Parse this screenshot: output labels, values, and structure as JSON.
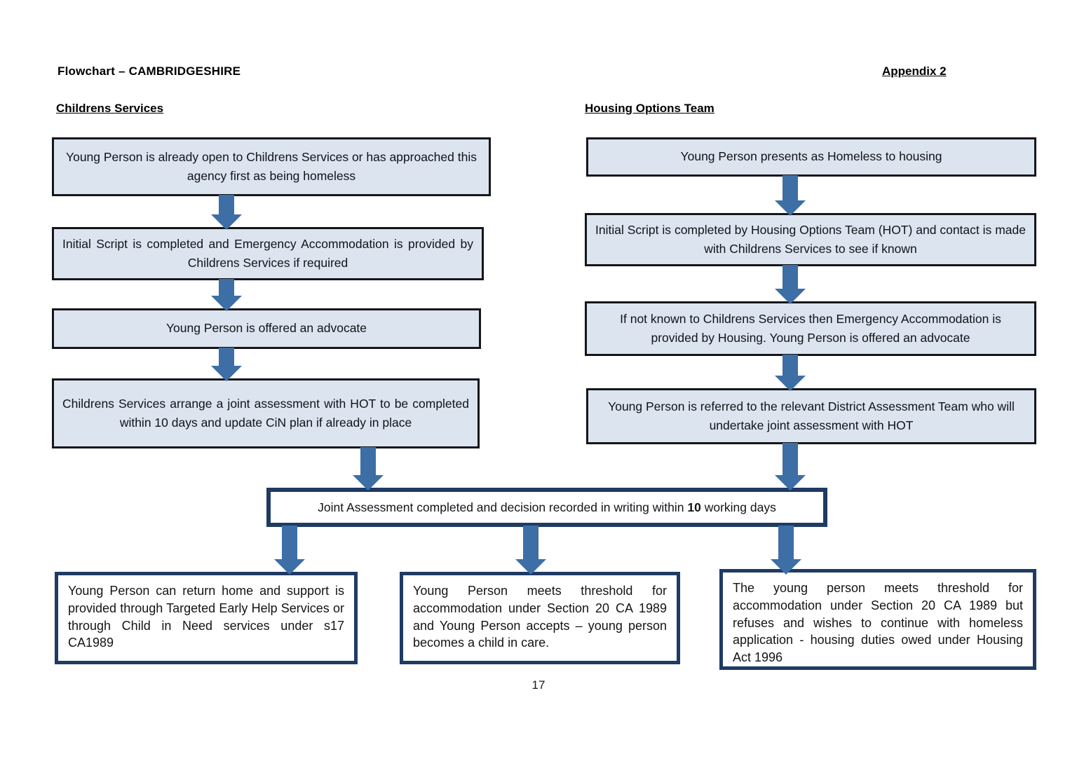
{
  "document": {
    "title": "Flowchart – CAMBRIDGESHIRE",
    "appendix": "Appendix 2",
    "page_number": "17"
  },
  "columns": {
    "left_heading": "Childrens Services ",
    "right_heading": "Housing Options Team"
  },
  "colors": {
    "box_fill": "#dce4f0",
    "box_border": "#15161a",
    "arrow": "#3d6ea6",
    "outcome_border": "#1f3b64",
    "outcome_fill": "#ffffff",
    "text": "#111418"
  },
  "left_column": {
    "steps": [
      {
        "id": "cs-step-1",
        "text": "Young Person is already open to Childrens Services or has approached this agency first as being homeless"
      },
      {
        "id": "cs-step-2",
        "text": "Initial Script is completed and Emergency Accommodation is provided by Childrens Services if required"
      },
      {
        "id": "cs-step-3",
        "text": "Young Person is offered an advocate"
      },
      {
        "id": "cs-step-4",
        "text": "Childrens Services arrange a joint assessment with HOT to be completed within 10 days and update CiN plan if already in place"
      }
    ]
  },
  "right_column": {
    "steps": [
      {
        "id": "hot-step-1",
        "text": "Young Person presents as Homeless to housing"
      },
      {
        "id": "hot-step-2",
        "text": "Initial Script is completed by Housing Options Team (HOT) and contact is made with Childrens Services to see if known"
      },
      {
        "id": "hot-step-3",
        "text": "If not known to Childrens Services then Emergency Accommodation is provided by Housing. Young Person is offered an advocate"
      },
      {
        "id": "hot-step-4",
        "text": "Young Person is referred to the relevant District Assessment Team who will undertake joint assessment with HOT"
      }
    ]
  },
  "joint_assessment": {
    "text_before": "Joint Assessment completed and decision recorded in writing within ",
    "emphasis": "10",
    "text_after": " working days"
  },
  "outcomes": [
    {
      "id": "outcome-return-home",
      "text": "Young Person can return home and support is provided through Targeted Early Help Services or through Child in Need services under s17 CA1989"
    },
    {
      "id": "outcome-child-in-care",
      "text": "Young Person meets threshold for accommodation under Section 20 CA 1989 and Young Person accepts – young person becomes a child in care."
    },
    {
      "id": "outcome-homeless-application",
      "text": "The young person meets threshold for accommodation under Section 20 CA 1989 but refuses and wishes to continue with homeless application - housing duties owed under Housing Act 1996"
    }
  ]
}
